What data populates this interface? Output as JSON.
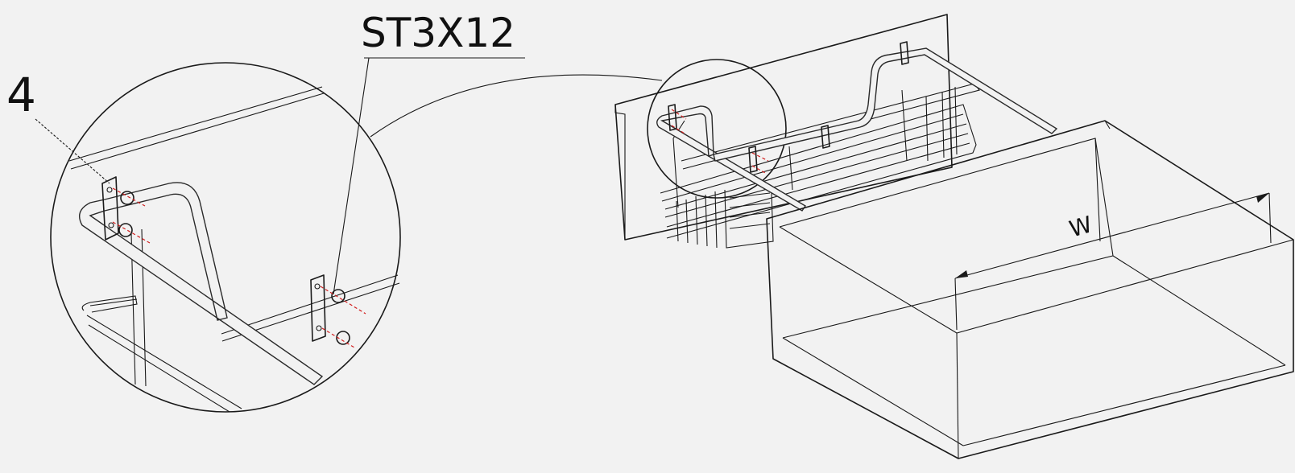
{
  "labels": {
    "part_number": "4",
    "screw_spec": "ST3X12",
    "dimension": "W"
  },
  "colors": {
    "background": "#f2f2f2",
    "line": "#1a1a1a",
    "screw_axis": "#d21f1f"
  }
}
